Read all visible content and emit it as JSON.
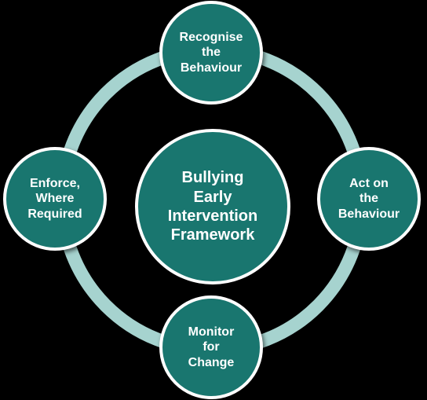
{
  "colors": {
    "background": "#000000",
    "ring": "#a6d3cf",
    "node_fill": "#19766f",
    "node_border": "#ffffff",
    "text": "#ffffff"
  },
  "center": {
    "label": "Bullying\nEarly\nIntervention\nFramework"
  },
  "nodes": {
    "top": {
      "label": "Recognise\nthe\nBehaviour"
    },
    "right": {
      "label": "Act on\nthe\nBehaviour"
    },
    "bottom": {
      "label": "Monitor\nfor\nChange"
    },
    "left": {
      "label": "Enforce,\nWhere\nRequired"
    }
  }
}
